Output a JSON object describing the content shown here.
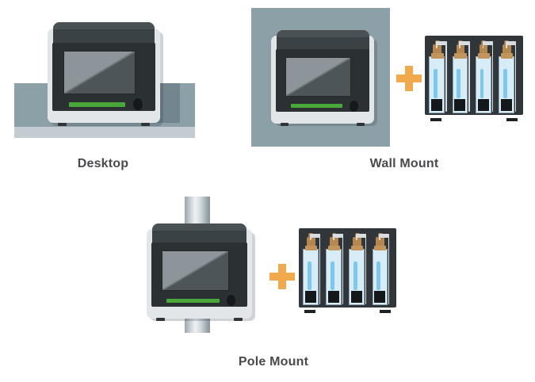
{
  "figure": {
    "background_color": "#ffffff",
    "accent_plus_color": "#f0a94c",
    "caption_color": "#4a4a4e"
  },
  "options": [
    {
      "id": "desktop",
      "caption": "Desktop",
      "has_plus": false,
      "has_rack": false,
      "mount_surface": "desk",
      "device": {
        "name": "analyzer-unit",
        "screen_icon": "display-screen",
        "status_bar_color": "#4aa83a",
        "knob_icon": "power-knob",
        "shell_color": "#e3e6e8",
        "body_color": "#2b3033"
      }
    },
    {
      "id": "wall-mount",
      "caption": "Wall Mount",
      "has_plus": true,
      "has_rack": true,
      "mount_surface": "wall-plate",
      "device": {
        "name": "analyzer-unit",
        "screen_icon": "display-screen",
        "status_bar_color": "#4aa83a",
        "knob_icon": "power-knob",
        "shell_color": "#e3e6e8",
        "body_color": "#2b3033"
      },
      "rack": {
        "name": "reagent-bottle-rack",
        "bottle_count": 4,
        "body_color": "#30363a",
        "liquid_color": "#7ec8ee",
        "cap_color": "#b5874f"
      }
    },
    {
      "id": "pole-mount",
      "caption": "Pole Mount",
      "has_plus": true,
      "has_rack": true,
      "mount_surface": "pole",
      "device": {
        "name": "analyzer-unit",
        "screen_icon": "display-screen",
        "status_bar_color": "#4aa83a",
        "knob_icon": "power-knob",
        "shell_color": "#e3e6e8",
        "body_color": "#2b3033"
      },
      "rack": {
        "name": "reagent-bottle-rack",
        "bottle_count": 4,
        "body_color": "#30363a",
        "liquid_color": "#7ec8ee",
        "cap_color": "#b5874f"
      }
    }
  ]
}
